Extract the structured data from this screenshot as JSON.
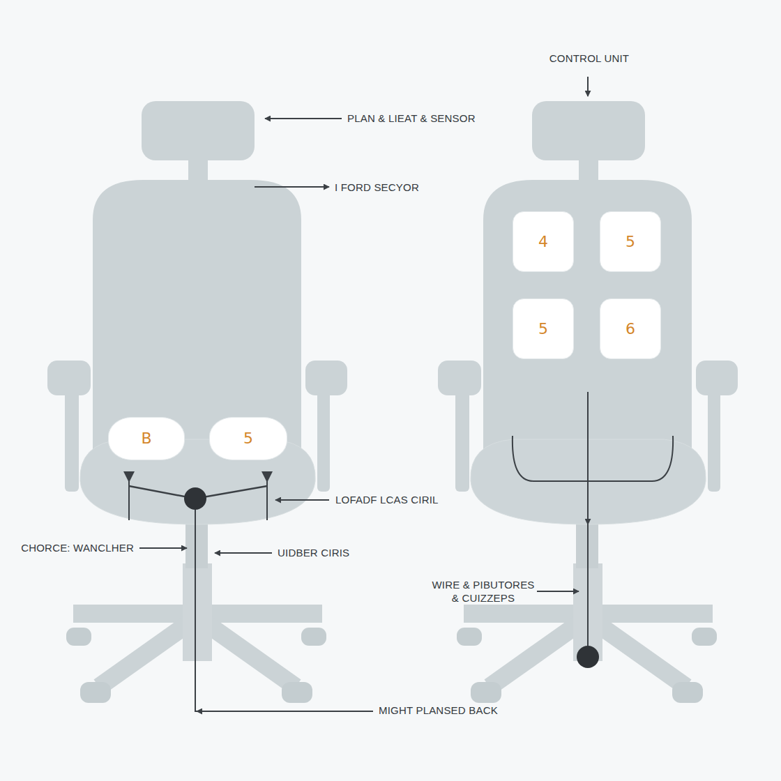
{
  "diagram": {
    "nodes": [
      {
        "text": [
          "B"
        ]
      },
      {
        "text": [
          "5"
        ]
      },
      {
        "text": [
          "4"
        ]
      },
      {
        "text": [
          "5"
        ]
      },
      {
        "text": [
          "5"
        ]
      },
      {
        "text": [
          "6"
        ]
      }
    ],
    "labels": [
      "CONTROL UNIT",
      "PLAN & LIEAT & SENSOR",
      "I FORD SECYOR",
      "LOFADF LCAS CIRIL",
      "CHORCE: WANCLHER",
      "UIDBER CIRIS",
      "WIRE & PIBUTORES & CUIZZEPS",
      "MIGHT PLANSED BACK"
    ]
  }
}
